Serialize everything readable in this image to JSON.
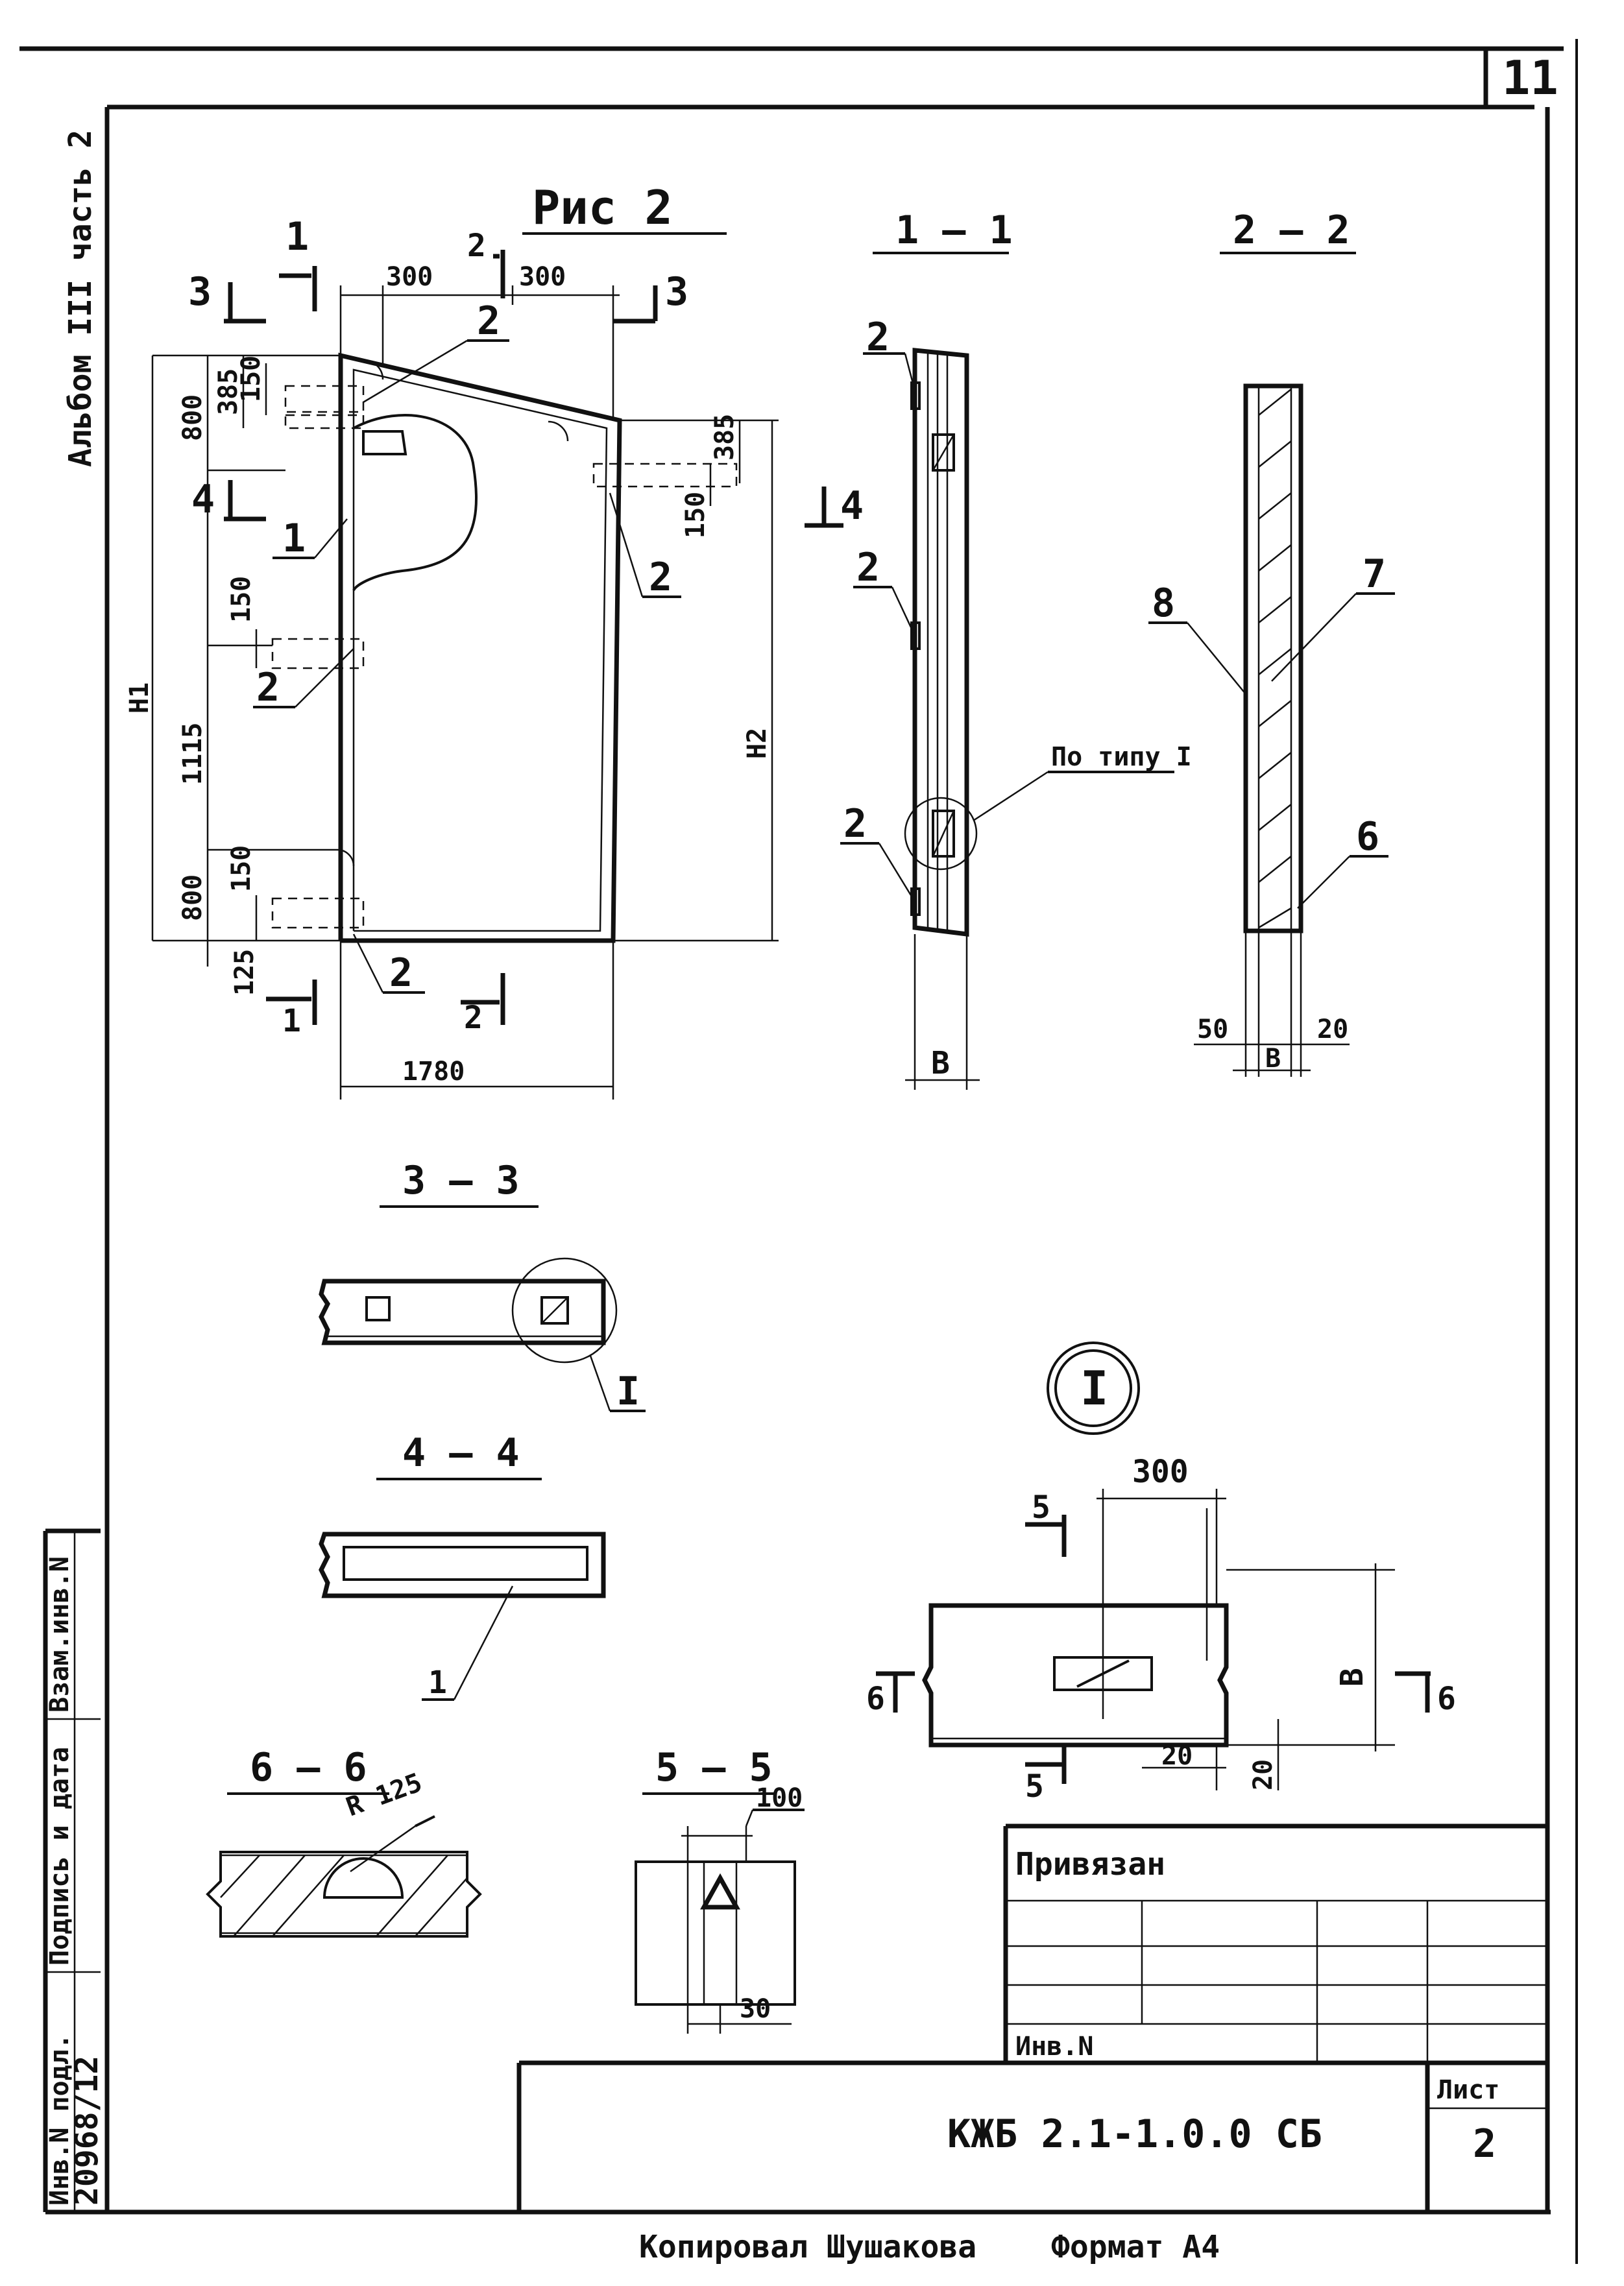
{
  "sheet": {
    "page_number": "11",
    "album_note": "Альбом III часть 2",
    "copied_by": "Копировал Шушакова",
    "format": "Формат А4"
  },
  "main_view": {
    "title": "Рис 2",
    "section_marks": [
      "1",
      "1",
      "2",
      "2",
      "3",
      "3",
      "4",
      "4"
    ],
    "callouts": [
      "1",
      "2",
      "2",
      "2",
      "2"
    ],
    "dimensions": {
      "top_300_a": "300",
      "top_300_b": "300",
      "left_800_top": "800",
      "left_385": "385",
      "left_150_a": "150",
      "h1": "H1",
      "left_150_b": "150",
      "left_1115": "1115",
      "left_150_c": "150",
      "left_800_bottom": "800",
      "left_125": "125",
      "right_385": "385",
      "right_150": "150",
      "h2": "H2",
      "width_1780": "1780"
    }
  },
  "section_1_1": {
    "title": "1 – 1",
    "callouts": [
      "2",
      "2",
      "2"
    ],
    "note": "По типу I",
    "dim_b": "B"
  },
  "section_2_2": {
    "title": "2 – 2",
    "callouts": [
      "8",
      "7",
      "6"
    ],
    "dim_50": "50",
    "dim_b": "B",
    "dim_20": "20"
  },
  "section_3_3": {
    "title": "3 – 3",
    "detail_mark": "I"
  },
  "section_4_4": {
    "title": "4 – 4",
    "callout": "1"
  },
  "detail_I": {
    "mark": "I",
    "dim_300": "300",
    "dim_b": "B",
    "dim_20_a": "20",
    "dim_20_b": "20",
    "section_marks": [
      "5",
      "5",
      "6",
      "6"
    ]
  },
  "section_6_6": {
    "title": "6 – 6",
    "radius": "R 125"
  },
  "section_5_5": {
    "title": "5 – 5",
    "dim_100": "100",
    "dim_30": "30"
  },
  "stamp": {
    "tied_label": "Привязан",
    "inv_label": "Инв.N",
    "designation": "КЖБ 2.1-1.0.0 СБ",
    "sheet_label": "Лист",
    "sheet_number": "2"
  },
  "side_stamp": {
    "inv_orig": "Инв.N подл.",
    "sign_date": "Подпись и дата",
    "replace_inv": "Взам.инв.N",
    "inv_value": "20968/12"
  }
}
